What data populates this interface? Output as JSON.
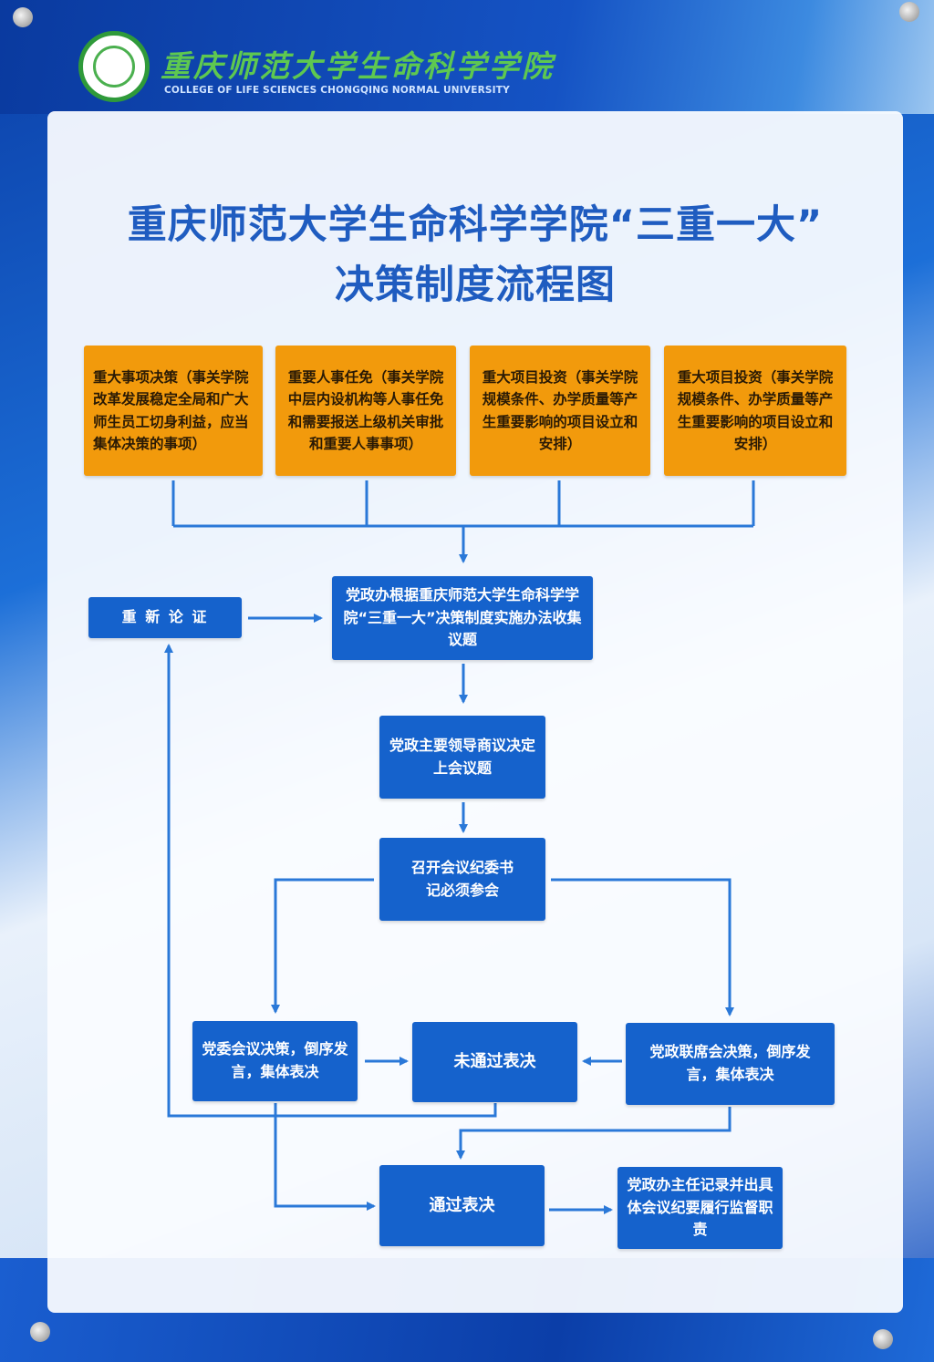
{
  "header": {
    "college_name_cn": "重庆师范大学生命科学学院",
    "college_name_en": "COLLEGE OF LIFE SCIENCES CHONGQING NORMAL UNIVERSITY"
  },
  "title": {
    "line1": "重庆师范大学生命科学学院“三重一大”",
    "line2": "决策制度流程图"
  },
  "categories": [
    "重大事项决策（事关学院改革发展稳定全局和广大师生员工切身利益，应当集体决策的事项）",
    "重要人事任免（事关学院中层内设机构等人事任免和需要报送上级机关审批和重要人事事项）",
    "重大项目投资（事关学院规模条件、办学质量等产生重要影响的项目设立和安排）",
    "重大项目投资（事关学院规模条件、办学质量等产生重要影响的项目设立和安排）"
  ],
  "steps": {
    "reargue": "重 新 论 证",
    "collect": "党政办根据重庆师范大学生命科学学院“三重一大”决策制度实施办法收集议题",
    "leaders": "党政主要领导商议决定上会议题",
    "meeting": "召开会议纪委书记必须参会",
    "party_committee": "党委会议决策，倒序发言，集体表决",
    "rejected": "未通过表决",
    "joint_meeting": "党政联席会决策，倒序发言，集体表决",
    "passed": "通过表决",
    "record": "党政办主任记录并出具体会议纪要履行监督职责"
  },
  "colors": {
    "orange": "#f29a0c",
    "blue": "#1562cc",
    "title": "#1f5cc0"
  }
}
